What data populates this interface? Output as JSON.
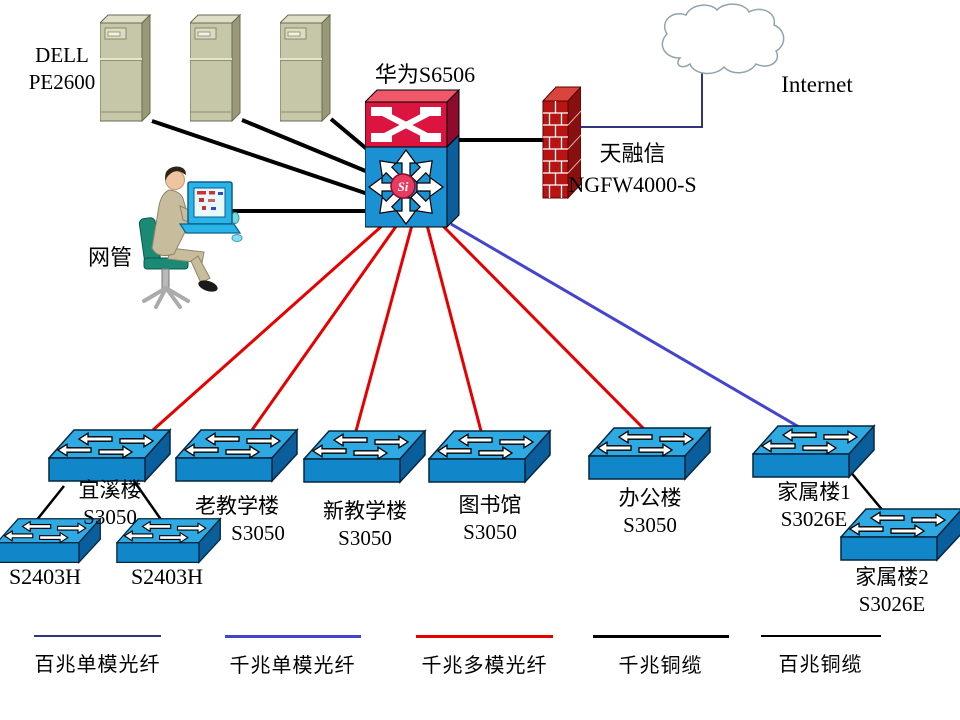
{
  "diagram": {
    "type": "campus-network-topology",
    "labels": {
      "servers": [
        "DELL",
        "PE2600"
      ],
      "core_switch": "华为S6506",
      "firewall": [
        "天融信",
        "NGFW4000-S"
      ],
      "internet": "Internet",
      "admin": "网管"
    },
    "access_switches": [
      {
        "building": "宜溪楼",
        "model": "S3050"
      },
      {
        "building": "老教学楼",
        "model": "S3050"
      },
      {
        "building": "新教学楼",
        "model": "S3050"
      },
      {
        "building": "图书馆",
        "model": "S3050"
      },
      {
        "building": "办公楼",
        "model": "S3050"
      },
      {
        "building": "家属楼1",
        "model": "S3026E"
      },
      {
        "building": "家属楼2",
        "model": "S3026E"
      }
    ],
    "edge_switches": [
      "S2403H",
      "S2403H"
    ],
    "legend": [
      {
        "label": "百兆单模光纤",
        "color": "#34347C"
      },
      {
        "label": "千兆单模光纤",
        "color": "#4444CC"
      },
      {
        "label": "千兆多模光纤",
        "color": "#E80000"
      },
      {
        "label": "千兆铜缆",
        "color": "#000000"
      },
      {
        "label": "百兆铜缆",
        "color": "#000000"
      }
    ],
    "connections": [
      {
        "from": "DELL PE2600 server 1",
        "to": "华为S6506",
        "medium": "千兆铜缆"
      },
      {
        "from": "DELL PE2600 server 2",
        "to": "华为S6506",
        "medium": "千兆铜缆"
      },
      {
        "from": "DELL PE2600 server 3",
        "to": "华为S6506",
        "medium": "千兆铜缆"
      },
      {
        "from": "网管",
        "to": "华为S6506",
        "medium": "千兆铜缆"
      },
      {
        "from": "华为S6506",
        "to": "天融信 NGFW4000-S",
        "medium": "千兆铜缆"
      },
      {
        "from": "天融信 NGFW4000-S",
        "to": "Internet",
        "medium": "百兆单模光纤"
      },
      {
        "from": "华为S6506",
        "to": "宜溪楼 S3050",
        "medium": "千兆多模光纤"
      },
      {
        "from": "华为S6506",
        "to": "老教学楼 S3050",
        "medium": "千兆多模光纤"
      },
      {
        "from": "华为S6506",
        "to": "新教学楼 S3050",
        "medium": "千兆多模光纤"
      },
      {
        "from": "华为S6506",
        "to": "图书馆 S3050",
        "medium": "千兆多模光纤"
      },
      {
        "from": "华为S6506",
        "to": "办公楼 S3050",
        "medium": "千兆多模光纤"
      },
      {
        "from": "华为S6506",
        "to": "家属楼1 S3026E",
        "medium": "千兆单模光纤"
      },
      {
        "from": "宜溪楼 S3050",
        "to": "S2403H (1)",
        "medium": "百兆铜缆"
      },
      {
        "from": "宜溪楼 S3050",
        "to": "S2403H (2)",
        "medium": "百兆铜缆"
      },
      {
        "from": "家属楼1 S3026E",
        "to": "家属楼2 S3026E",
        "medium": "百兆铜缆"
      }
    ]
  }
}
